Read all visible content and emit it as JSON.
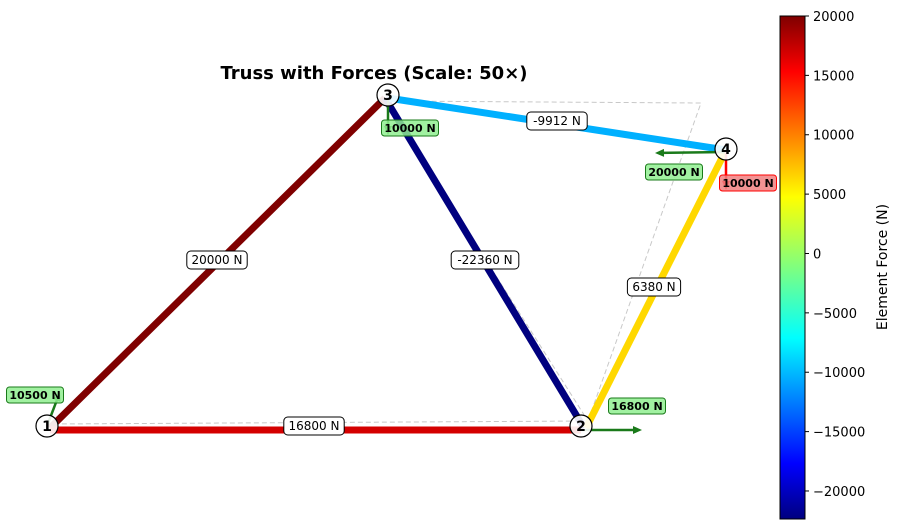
{
  "title": "Truss with Forces (Scale: 50×)",
  "colorbar": {
    "label": "Element Force (N)",
    "range": [
      -22360,
      20000
    ],
    "ticks": [
      "20000",
      "15000",
      "10000",
      "5000",
      "0",
      "−5000",
      "−10000",
      "−15000",
      "−20000"
    ],
    "tick_values": [
      20000,
      15000,
      10000,
      5000,
      0,
      -5000,
      -10000,
      -15000,
      -20000
    ]
  },
  "nodes": [
    {
      "id": "1"
    },
    {
      "id": "2"
    },
    {
      "id": "3"
    },
    {
      "id": "4"
    }
  ],
  "members": [
    {
      "from": "1",
      "to": "3",
      "force": 20000,
      "label": "20000 N",
      "color": "#800000"
    },
    {
      "from": "3",
      "to": "2",
      "force": -22360,
      "label": "-22360 N",
      "color": "#00007f"
    },
    {
      "from": "3",
      "to": "4",
      "force": -9912,
      "label": "-9912 N",
      "color": "#00b0ff"
    },
    {
      "from": "4",
      "to": "2",
      "force": 6380,
      "label": "6380 N",
      "color": "#ffd800"
    },
    {
      "from": "1",
      "to": "2",
      "force": 16800,
      "label": "16800 N",
      "color": "#d40000"
    }
  ],
  "loads": [
    {
      "node": "1",
      "label": "10500 N",
      "type": "reaction"
    },
    {
      "node": "2",
      "label": "16800 N",
      "type": "reaction"
    },
    {
      "node": "3",
      "label": "10000 N",
      "type": "reaction"
    },
    {
      "node": "4",
      "label": "20000 N",
      "type": "reaction"
    },
    {
      "node": "4",
      "label": "10000 N",
      "type": "applied"
    }
  ],
  "colors": {
    "reaction": "#1a7a1a",
    "reaction_box": "#90ee90",
    "applied": "#ff0000",
    "applied_box": "#f08080"
  }
}
